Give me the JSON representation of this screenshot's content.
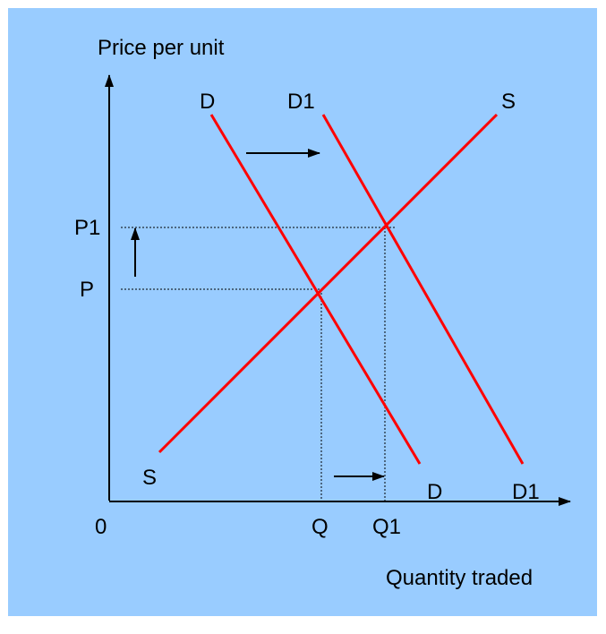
{
  "axes": {
    "y_label": "Price per unit",
    "x_label": "Quantity traded",
    "origin": "0"
  },
  "curves": {
    "supply": {
      "start_label": "S",
      "end_label": "S",
      "color": "#ff0000"
    },
    "demand": {
      "start_label": "D",
      "end_label": "D",
      "color": "#ff0000"
    },
    "demand_shifted": {
      "start_label": "D1",
      "end_label": "D1",
      "color": "#ff0000"
    }
  },
  "ticks": {
    "price_initial": "P",
    "price_new": "P1",
    "quantity_initial": "Q",
    "quantity_new": "Q1"
  },
  "colors": {
    "background": "#99ccff",
    "curve": "#ff0000",
    "axis": "#000000"
  }
}
